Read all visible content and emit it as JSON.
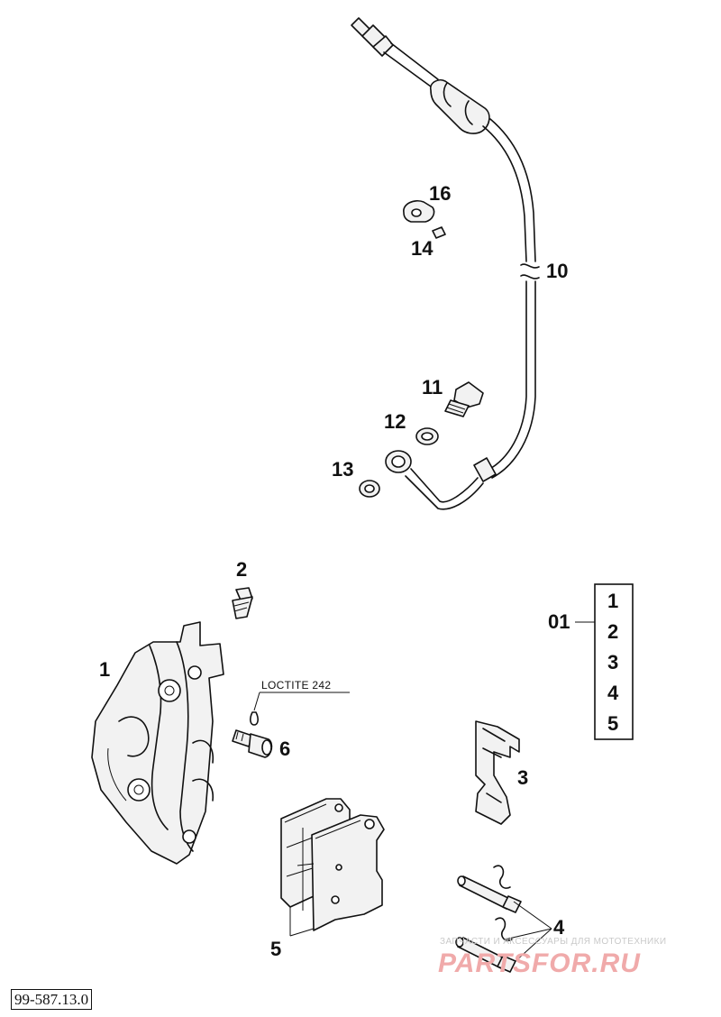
{
  "diagram": {
    "callouts": {
      "p1": "1",
      "p2": "2",
      "p3": "3",
      "p4": "4",
      "p5": "5",
      "p6": "6",
      "p10": "10",
      "p11": "11",
      "p12": "12",
      "p13": "13",
      "p14": "14",
      "p16": "16"
    },
    "kit": {
      "label": "01",
      "items": [
        "1",
        "2",
        "3",
        "4",
        "5"
      ]
    },
    "loctite_note": "LOCTITE 242",
    "drawing_number": "99-587.13.0"
  },
  "watermark": {
    "tagline": "ЗАПЧАСТИ И АКСЕССУАРЫ ДЛЯ МОТОТЕХНИКИ",
    "brand": "PARTSFOR.RU"
  }
}
